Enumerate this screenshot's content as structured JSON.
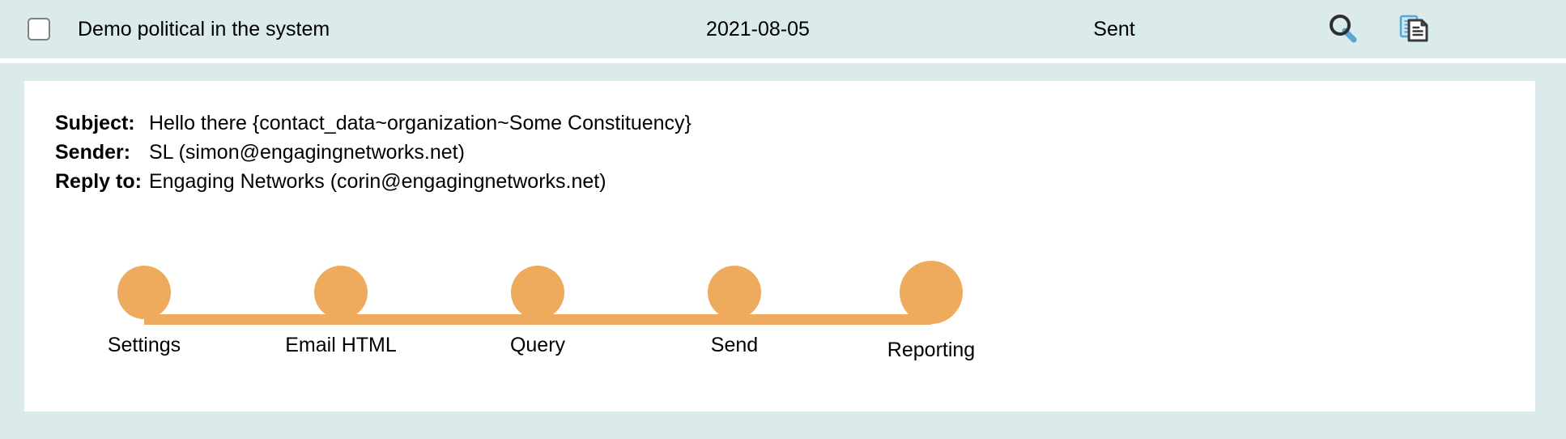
{
  "theme": {
    "page_background": "#dbeaea",
    "card_background": "#ffffff",
    "step_accent": "#efab5d",
    "text_color": "#000000",
    "checkbox_border": "#808080",
    "icon_blue": "#55a7d6",
    "icon_dark": "#3a3a3a"
  },
  "list_row": {
    "checkbox_checked": false,
    "checkbox_icon": "checkbox-unchecked-icon",
    "name": "Demo political in the system",
    "date": "2021-08-05",
    "status": "Sent",
    "actions": [
      {
        "icon": "search-icon",
        "label": "Preview"
      },
      {
        "icon": "copy-icon",
        "label": "Copy"
      }
    ]
  },
  "detail": {
    "meta": [
      {
        "label": "Subject:",
        "value": "Hello there {contact_data~organization~Some Constituency}"
      },
      {
        "label": "Sender:",
        "value": "SL (simon@engagingnetworks.net)"
      },
      {
        "label": "Reply to:",
        "value": "Engaging Networks (corin@engagingnetworks.net)"
      }
    ],
    "stepper": {
      "steps": [
        {
          "label": "Settings",
          "current": false
        },
        {
          "label": "Email HTML",
          "current": false
        },
        {
          "label": "Query",
          "current": false
        },
        {
          "label": "Send",
          "current": false
        },
        {
          "label": "Reporting",
          "current": true
        }
      ]
    }
  }
}
